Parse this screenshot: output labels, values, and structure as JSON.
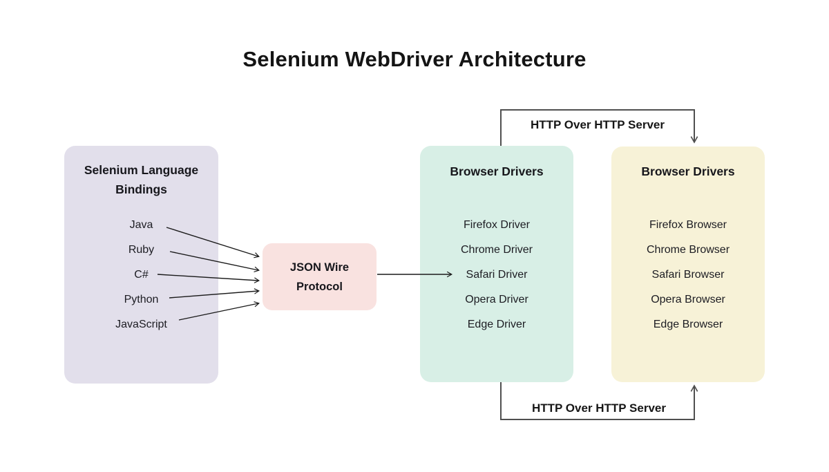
{
  "title": "Selenium WebDriver Architecture",
  "nodes": {
    "language_bindings": {
      "title": "Selenium Language Bindings",
      "items": [
        "Java",
        "Ruby",
        "C#",
        "Python",
        "JavaScript"
      ],
      "color": "#e2dfeb"
    },
    "json_wire_protocol": {
      "title": "JSON Wire Protocol",
      "color": "#f9e2e0"
    },
    "browser_drivers": {
      "title": "Browser Drivers",
      "items": [
        "Firefox Driver",
        "Chrome Driver",
        "Safari Driver",
        "Opera Driver",
        "Edge Driver"
      ],
      "color": "#d8efe6"
    },
    "browsers": {
      "title": "Browser Drivers",
      "items": [
        "Firefox Browser",
        "Chrome Browser",
        "Safari Browser",
        "Opera Browser",
        "Edge Browser"
      ],
      "color": "#f7f2d7"
    }
  },
  "connectors": {
    "top": {
      "label": "HTTP Over HTTP Server"
    },
    "bottom": {
      "label": "HTTP Over HTTP Server"
    }
  },
  "colors": {
    "bracket_line": "#4f4f4f",
    "arrow_line": "#1a1a1a",
    "text": "#181818",
    "background": "#ffffff"
  }
}
